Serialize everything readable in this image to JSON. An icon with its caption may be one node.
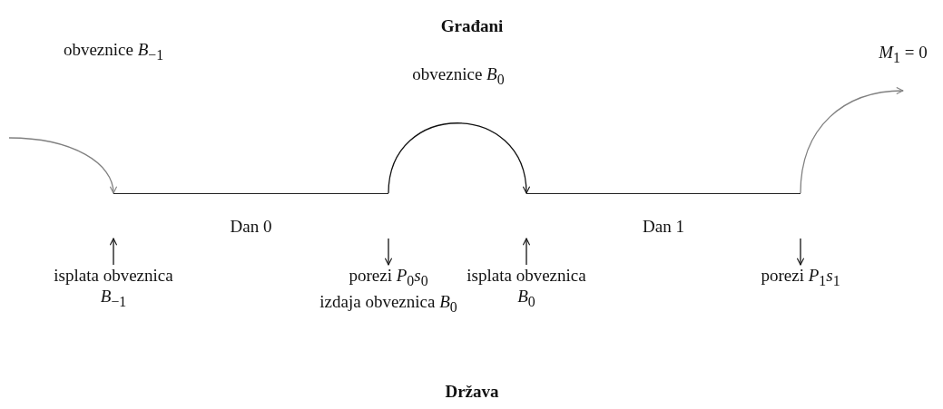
{
  "diagram": {
    "nodes": [
      {
        "text": [
          "Dan 0"
        ]
      },
      {
        "text": [
          "Dan 1"
        ]
      },
      {
        "text": [
          "isplata obveznica *B*$_{−1}$"
        ]
      },
      {
        "text": [
          "porezi *P*$_{0}$*s*$_{0}$",
          "izdaja obveznica *B*$_{0}$"
        ]
      },
      {
        "text": [
          "isplata obveznica *B*$_{0}$"
        ]
      },
      {
        "text": [
          "porezi *P*$_{1}$*s*$_{1}$"
        ]
      }
    ],
    "edges": [
      {
        "from": null,
        "to": 0,
        "arrow": "to",
        "label": "obveznice *B*$_{−1}$",
        "color": "#808080"
      },
      {
        "from": 0,
        "to": 1,
        "arrow": "to",
        "label": "obveznice *B*$_{0}$"
      },
      {
        "from": 1,
        "to": null,
        "arrow": "to",
        "label": "*M*$_{1}$ = 0",
        "color": "#808080"
      },
      {
        "from": 2,
        "to": 0,
        "arrow": "to"
      },
      {
        "from": 0,
        "to": 3,
        "arrow": "to"
      },
      {
        "from": 4,
        "to": 1,
        "arrow": "to"
      },
      {
        "from": 1,
        "to": 5,
        "arrow": "to"
      }
    ],
    "labels": [
      "Građani",
      "Država"
    ]
  }
}
